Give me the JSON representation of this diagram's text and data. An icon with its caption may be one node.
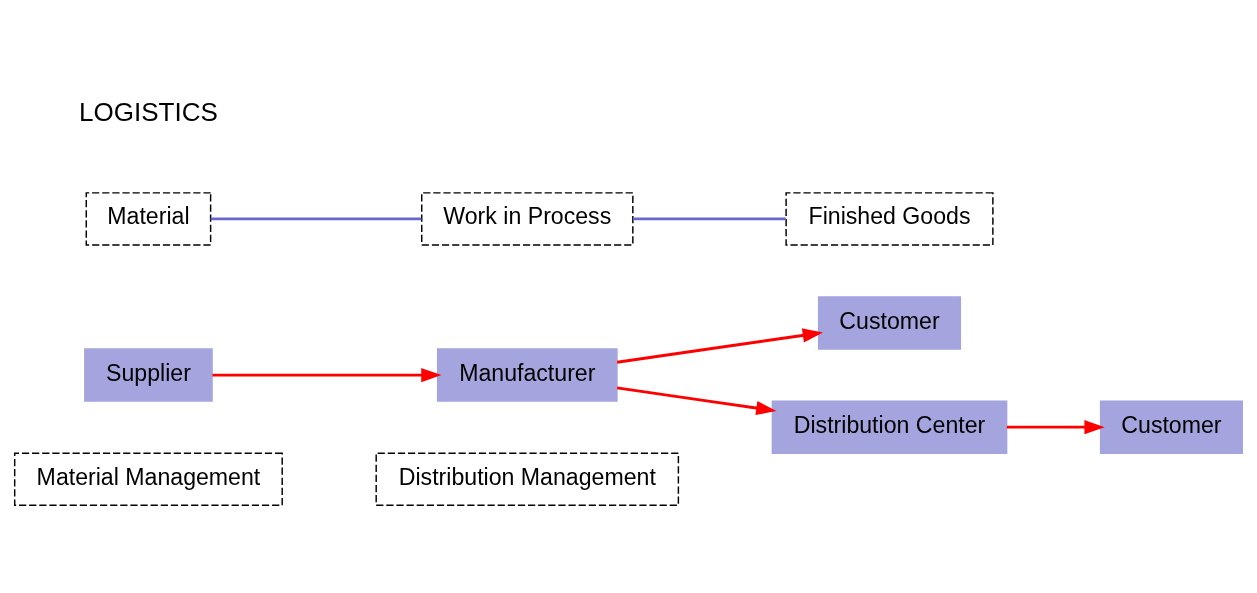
{
  "diagram": {
    "nodes": [
      {
        "text": [
          "Material Management"
        ]
      },
      {
        "text": [
          "Distribution Management"
        ]
      },
      {
        "text": [
          "Supplier"
        ]
      },
      {
        "text": [
          "Manufacturer"
        ]
      },
      {
        "text": [
          "Customer"
        ]
      },
      {
        "text": [
          "Distribution Center"
        ]
      },
      {
        "text": [
          "Customer"
        ]
      },
      {
        "text": [
          "Material"
        ]
      },
      {
        "text": [
          "Work in Process"
        ]
      },
      {
        "text": [
          "Finished Goods"
        ]
      }
    ],
    "edges": [
      {
        "from": 2,
        "to": 3,
        "arrow": "to"
      },
      {
        "from": 3,
        "to": 4,
        "arrow": "to"
      },
      {
        "from": 3,
        "to": 5,
        "arrow": "to"
      },
      {
        "from": 5,
        "to": 6,
        "arrow": "to"
      },
      {
        "from": 7,
        "to": 8,
        "arrow": "none",
        "color": "#6666cc"
      },
      {
        "from": 8,
        "to": 9,
        "arrow": "none",
        "color": "#6666cc"
      }
    ],
    "labels": [
      "LOGISTICS"
    ]
  }
}
